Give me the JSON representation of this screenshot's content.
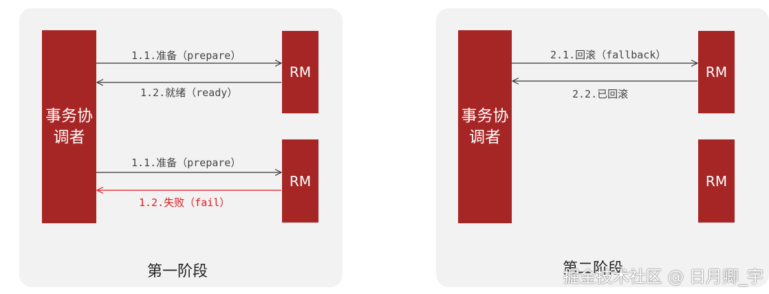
{
  "phase1": {
    "title": "第一阶段",
    "coordinator": "事务协调者",
    "rm_top": "RM",
    "rm_bottom": "RM",
    "msg_prepare_1": "1.1.准备（prepare）",
    "msg_ready": "1.2.就绪（ready）",
    "msg_prepare_2": "1.1.准备（prepare）",
    "msg_fail": "1.2.失败（fail）"
  },
  "phase2": {
    "title": "第二阶段",
    "coordinator": "事务协调者",
    "rm_top": "RM",
    "rm_bottom": "RM",
    "msg_fallback": "2.1.回滚（fallback）",
    "msg_rolled_back": "2.2.已回滚"
  },
  "watermark": "掘金技术社区 @ 日月卿_宇",
  "colors": {
    "block": "#a62626",
    "arrow": "#333333",
    "fail": "#e0191f",
    "panel": "#f2f2f2"
  }
}
